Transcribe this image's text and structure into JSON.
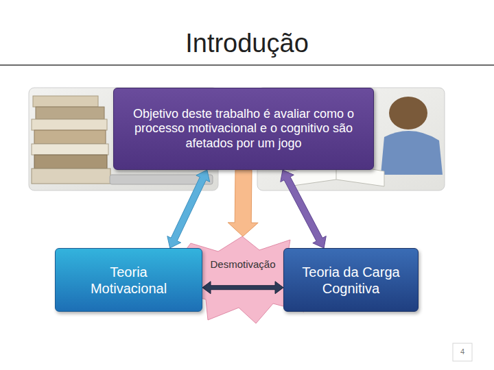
{
  "diagram": {
    "title": "Introdução",
    "nodes": [
      {
        "text": [
          "Objetivo deste trabalho é avaliar como o processo motivacional e o cognitivo são afetados por um jogo"
        ]
      },
      {
        "text": [
          "Teoria Motivacional"
        ]
      },
      {
        "text": [
          "Desmotivação"
        ]
      },
      {
        "text": [
          "Teoria da Carga Cognitiva"
        ]
      }
    ],
    "edges": [
      {
        "from": 0,
        "to": 1,
        "arrow": "both"
      },
      {
        "from": 0,
        "to": 2,
        "arrow": "to"
      },
      {
        "from": 0,
        "to": 3,
        "arrow": "both"
      },
      {
        "from": 1,
        "to": 3,
        "arrow": "both"
      }
    ],
    "labels": [
      "4"
    ]
  }
}
